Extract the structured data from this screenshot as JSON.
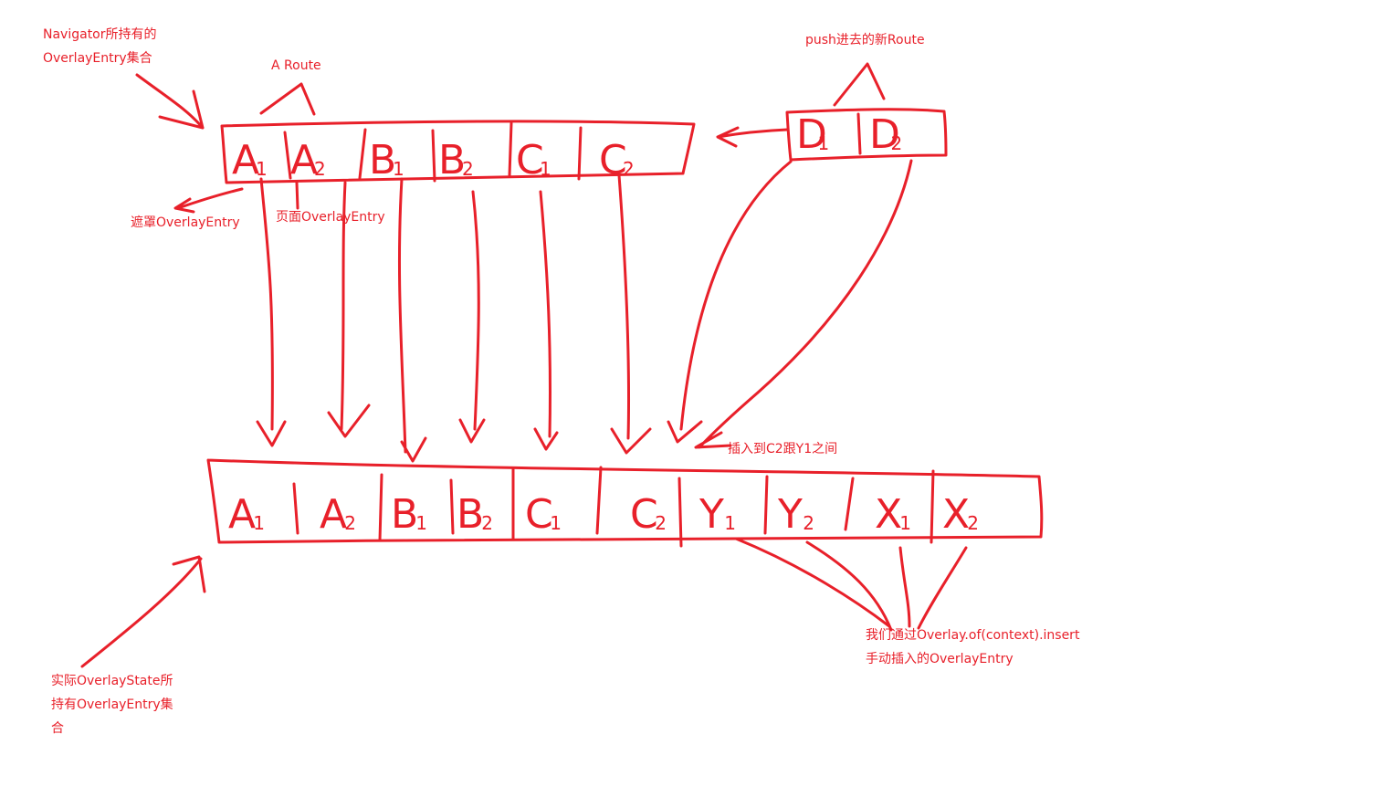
{
  "annotations": {
    "navigator_set": [
      "Navigator所持有的",
      "OverlayEntry集合"
    ],
    "a_route": "A Route",
    "pushed_route": "push进去的新Route",
    "mask_entry": "遮罩OverlayEntry",
    "page_entry": "页面OverlayEntry",
    "insert_between": "插入到C2跟Y1之间",
    "manual_insert": [
      "我们通过Overlay.of(context).insert",
      "手动插入的OverlayEntry"
    ],
    "overlay_state_set": [
      "实际OverlayState所",
      "持有OverlayEntry集",
      "合"
    ]
  },
  "navigator_entries": [
    {
      "letter": "A",
      "sub": "1"
    },
    {
      "letter": "A",
      "sub": "2"
    },
    {
      "letter": "B",
      "sub": "1"
    },
    {
      "letter": "B",
      "sub": "2"
    },
    {
      "letter": "C",
      "sub": "1"
    },
    {
      "letter": "C",
      "sub": "2"
    }
  ],
  "pushed_entries": [
    {
      "letter": "D",
      "sub": "1"
    },
    {
      "letter": "D",
      "sub": "2"
    }
  ],
  "overlay_entries": [
    {
      "letter": "A",
      "sub": "1"
    },
    {
      "letter": "A",
      "sub": "2"
    },
    {
      "letter": "B",
      "sub": "1"
    },
    {
      "letter": "B",
      "sub": "2"
    },
    {
      "letter": "C",
      "sub": "1"
    },
    {
      "letter": "C",
      "sub": "2"
    },
    {
      "letter": "Y",
      "sub": "1"
    },
    {
      "letter": "Y",
      "sub": "2"
    },
    {
      "letter": "X",
      "sub": "1"
    },
    {
      "letter": "X",
      "sub": "2"
    }
  ],
  "colors": {
    "ink": "#e8202a",
    "background": "#ffffff"
  }
}
